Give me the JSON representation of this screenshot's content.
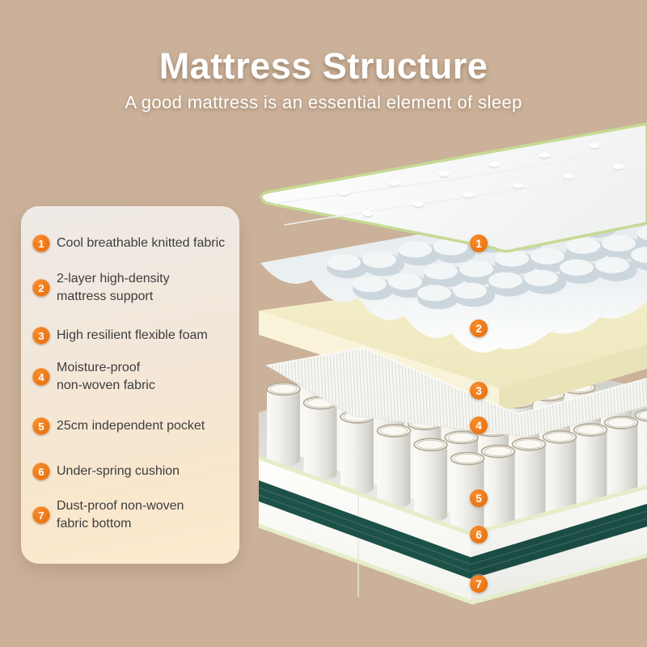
{
  "header": {
    "title": "Mattress Structure",
    "subtitle": "A good mattress is an essential element of sleep"
  },
  "legend": {
    "items": [
      {
        "num": "1",
        "label": "Cool breathable knitted fabric"
      },
      {
        "num": "2",
        "label": "2-layer high-density\nmattress support"
      },
      {
        "num": "3",
        "label": "High resilient flexible foam"
      },
      {
        "num": "4",
        "label": "Moisture-proof\nnon-woven fabric"
      },
      {
        "num": "5",
        "label": "25cm independent pocket"
      },
      {
        "num": "6",
        "label": "Under-spring cushion"
      },
      {
        "num": "7",
        "label": "Dust-proof non-woven\nfabric bottom"
      }
    ]
  },
  "diagram": {
    "markers": [
      "1",
      "2",
      "3",
      "4",
      "5",
      "6",
      "7"
    ]
  },
  "colors": {
    "background": "#cbb199",
    "accent": "#ea7513",
    "piping_green": "#c6da93",
    "base_piping": "#e5edc9",
    "teal_stripe": "#1c5148",
    "foam_yellow": "#f3eec9",
    "panel_top": "#efeae7",
    "panel_bottom": "#fdebd0"
  }
}
